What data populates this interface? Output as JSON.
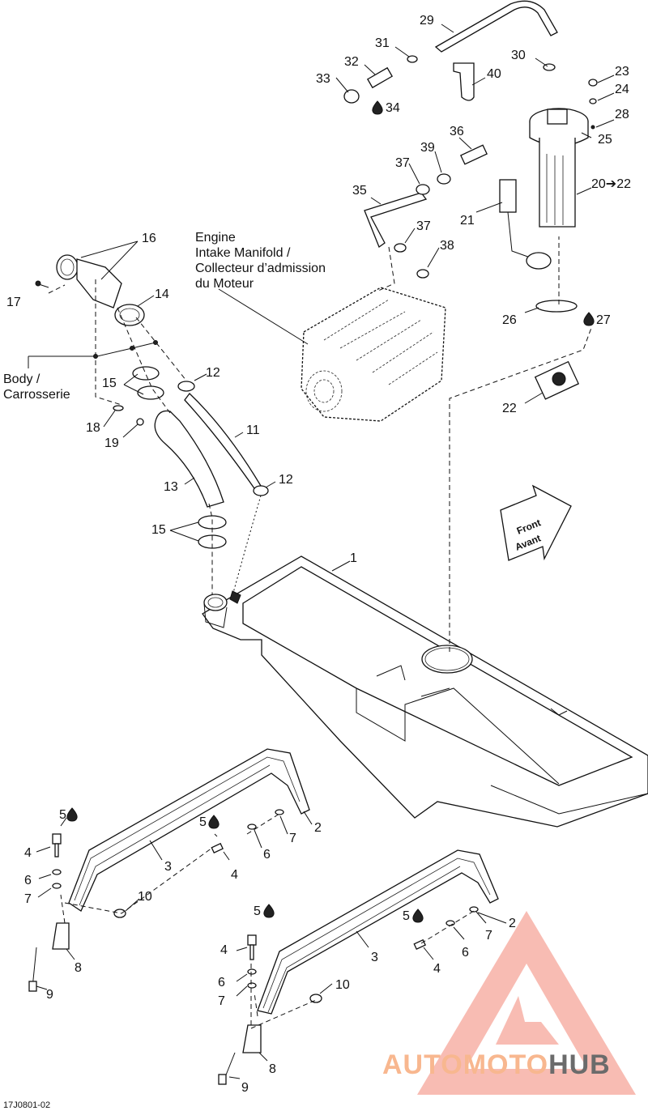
{
  "callouts": {
    "c1": "1",
    "c2a": "2",
    "c2b": "2",
    "c3a": "3",
    "c3b": "3",
    "c4a": "4",
    "c4b": "4",
    "c4c": "4",
    "c4d": "4",
    "c5a": "5",
    "c5b": "5",
    "c5c": "5",
    "c5d": "5",
    "c6a": "6",
    "c6b": "6",
    "c6c": "6",
    "c6d": "6",
    "c7a": "7",
    "c7b": "7",
    "c7c": "7",
    "c7d": "7",
    "c8a": "8",
    "c8b": "8",
    "c9a": "9",
    "c9b": "9",
    "c10a": "10",
    "c10b": "10",
    "c11": "11",
    "c12a": "12",
    "c12b": "12",
    "c13": "13",
    "c14": "14",
    "c15a": "15",
    "c15b": "15",
    "c16": "16",
    "c17": "17",
    "c18": "18",
    "c19": "19",
    "c20": "20➔22",
    "c21": "21",
    "c22": "22",
    "c23": "23",
    "c24": "24",
    "c25": "25",
    "c26": "26",
    "c27": "27",
    "c28": "28",
    "c29": "29",
    "c30": "30",
    "c31": "31",
    "c32": "32",
    "c33": "33",
    "c34": "34",
    "c35": "35",
    "c36": "36",
    "c37a": "37",
    "c37b": "37",
    "c38": "38",
    "c39": "39",
    "c40": "40"
  },
  "labels": {
    "manifold_line1": "Engine",
    "manifold_line2": "Intake Manifold /",
    "manifold_line3": "Collecteur d’admission",
    "manifold_line4": "du Moteur",
    "body_line1": "Body /",
    "body_line2": "Carrosserie",
    "front_line1": "Front",
    "front_line2": "Avant",
    "drawing_code": "17J0801-02"
  },
  "watermark": {
    "part1": "AUTOMOTO",
    "part2": "HUB",
    "color_light": "#f8b78f",
    "color_red": "#f2594b",
    "color_dark": "#6b6b6b"
  }
}
